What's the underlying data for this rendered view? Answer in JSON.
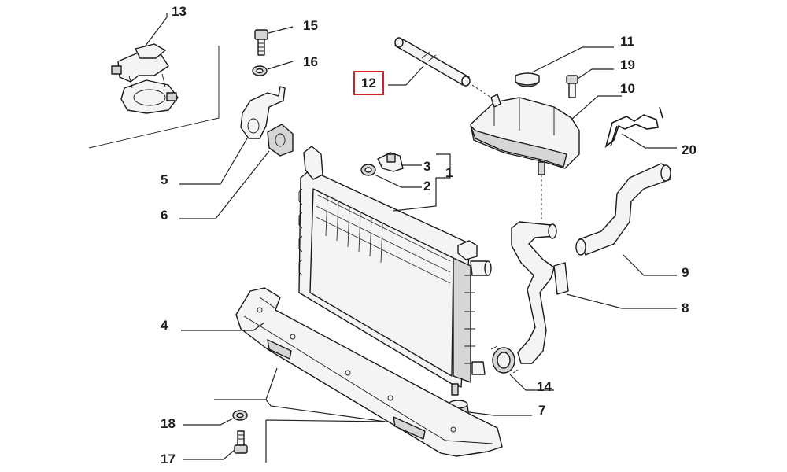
{
  "diagram": {
    "highlight_color": "#d4202a",
    "callouts": [
      {
        "id": "c13",
        "text": "13"
      },
      {
        "id": "c15",
        "text": "15"
      },
      {
        "id": "c16",
        "text": "16"
      },
      {
        "id": "c12",
        "text": "12",
        "highlighted": true
      },
      {
        "id": "c11",
        "text": "11"
      },
      {
        "id": "c19",
        "text": "19"
      },
      {
        "id": "c10",
        "text": "10"
      },
      {
        "id": "c20",
        "text": "20"
      },
      {
        "id": "c5",
        "text": "5"
      },
      {
        "id": "c6",
        "text": "6"
      },
      {
        "id": "c3",
        "text": "3"
      },
      {
        "id": "c2",
        "text": "2"
      },
      {
        "id": "c1",
        "text": "1"
      },
      {
        "id": "c9",
        "text": "9"
      },
      {
        "id": "c8",
        "text": "8"
      },
      {
        "id": "c4",
        "text": "4"
      },
      {
        "id": "c14",
        "text": "14"
      },
      {
        "id": "c7",
        "text": "7"
      },
      {
        "id": "c18",
        "text": "18"
      },
      {
        "id": "c17",
        "text": "17"
      }
    ]
  }
}
